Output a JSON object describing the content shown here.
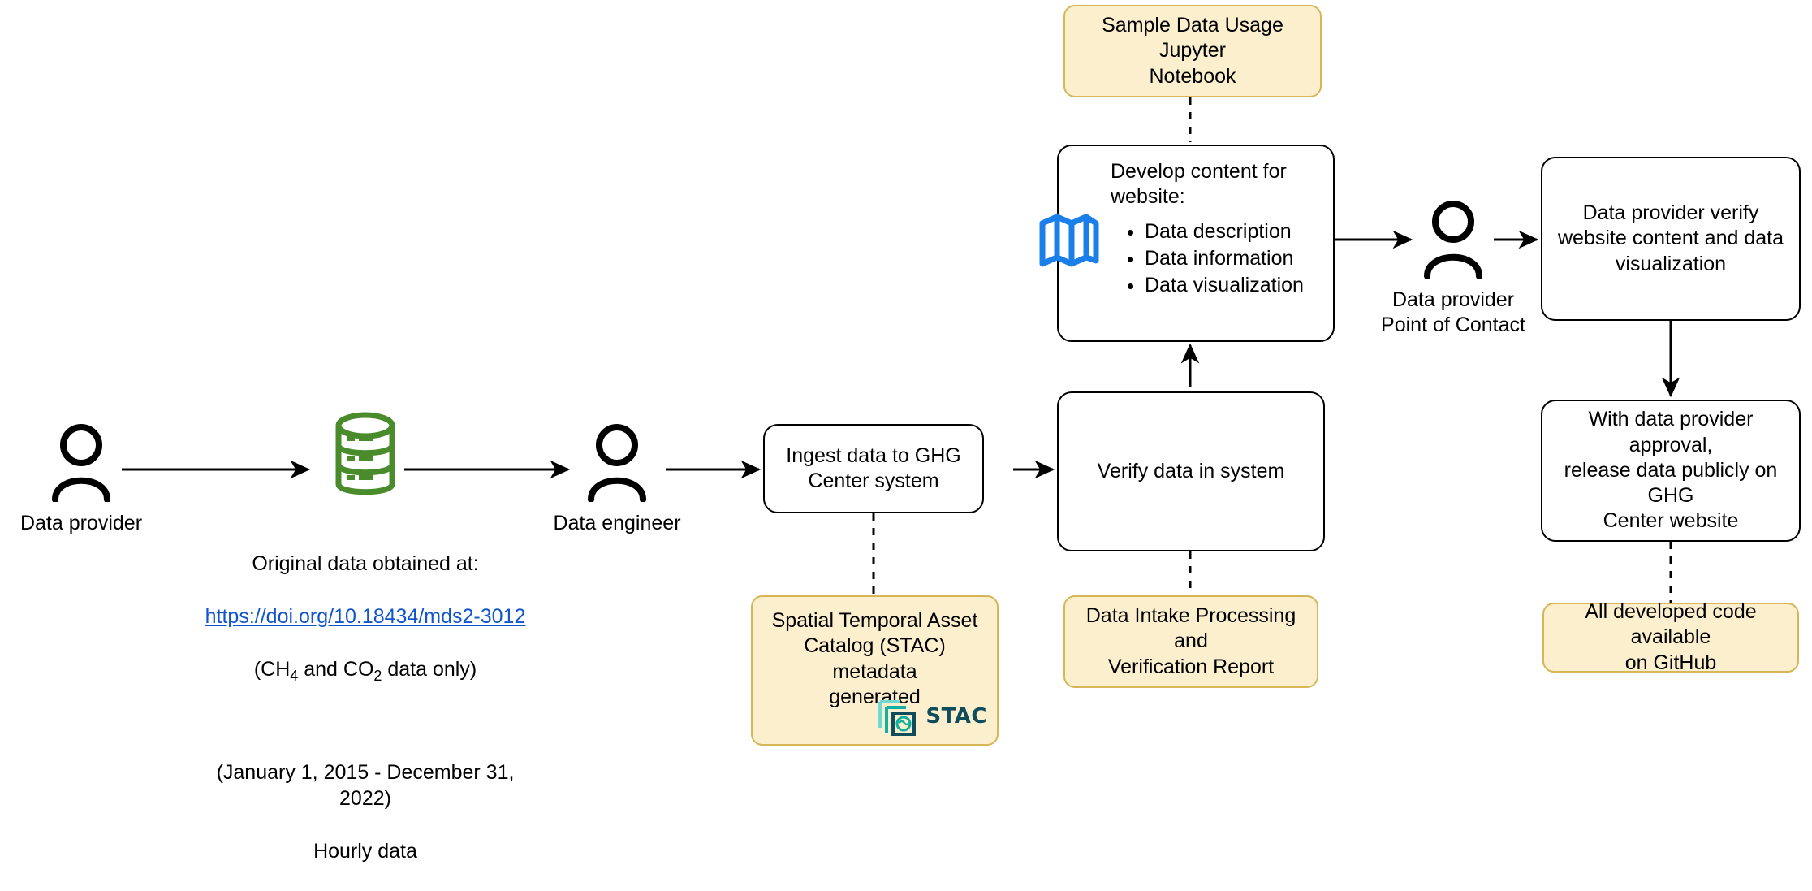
{
  "diagram": {
    "title": "GHG Center data intake and publication workflow",
    "colors": {
      "note_fill": "#fcefcd",
      "note_border": "#d6b656",
      "process_border": "#000000",
      "database_green": "#4a8b2c",
      "map_blue": "#1a7fe8",
      "link_blue": "#1155cc",
      "stac_teal": "#12b0a0",
      "stac_navy": "#0f4c5c"
    }
  },
  "actors": {
    "data_provider": {
      "icon": "person-icon",
      "caption": "Data provider"
    },
    "data_engineer": {
      "icon": "person-icon",
      "caption": "Data engineer"
    },
    "data_provider_poc": {
      "icon": "person-icon",
      "caption": "Data provider\nPoint of Contact"
    }
  },
  "database": {
    "icon": "database-icon",
    "caption_line1": "Original data obtained at:",
    "link_text": "https://doi.org/10.18434/mds2-3012",
    "caption_line3_prefix": "(CH",
    "caption_line3_sub1": "4",
    "caption_line3_mid": " and CO",
    "caption_line3_sub2": "2",
    "caption_line3_suffix": " data only)",
    "caption_line4": "(January 1, 2015 - December 31,\n2022)",
    "caption_line5": "Hourly data"
  },
  "nodes": {
    "ingest": {
      "label": "Ingest data to GHG\nCenter system",
      "type": "process"
    },
    "verify": {
      "label": "Verify data in system",
      "type": "process"
    },
    "develop": {
      "title": "Develop content for website:",
      "bullets": [
        "Data description",
        "Data information",
        "Data visualization"
      ],
      "icon": "map-icon",
      "type": "process"
    },
    "provider_verify": {
      "label": "Data provider verify\nwebsite content and data\nvisualization",
      "type": "process"
    },
    "release": {
      "label": "With data provider approval,\nrelease data publicly on GHG\nCenter website",
      "type": "process"
    }
  },
  "notes": {
    "jupyter": {
      "label": "Sample Data Usage Jupyter\nNotebook"
    },
    "stac": {
      "label": "Spatial Temporal Asset\nCatalog (STAC) metadata\ngenerated",
      "badge_text": "STAC",
      "badge_icon": "stac-logo-icon"
    },
    "intake_report": {
      "label": "Data Intake Processing and\nVerification Report"
    },
    "github": {
      "label": "All developed code available\non GitHub"
    }
  },
  "edges": [
    {
      "from": "data-provider",
      "to": "database",
      "style": "solid-arrow"
    },
    {
      "from": "database",
      "to": "data-engineer",
      "style": "solid-arrow"
    },
    {
      "from": "data-engineer",
      "to": "ingest",
      "style": "solid-arrow"
    },
    {
      "from": "ingest",
      "to": "verify",
      "style": "solid-arrow"
    },
    {
      "from": "verify",
      "to": "develop",
      "style": "solid-arrow"
    },
    {
      "from": "develop",
      "to": "data-provider-poc",
      "style": "solid-arrow"
    },
    {
      "from": "data-provider-poc",
      "to": "provider-verify",
      "style": "solid-arrow"
    },
    {
      "from": "provider-verify",
      "to": "release",
      "style": "solid-arrow"
    },
    {
      "from": "jupyter",
      "to": "develop",
      "style": "dashed"
    },
    {
      "from": "ingest",
      "to": "stac",
      "style": "dashed"
    },
    {
      "from": "verify",
      "to": "intake-report",
      "style": "dashed"
    },
    {
      "from": "release",
      "to": "github",
      "style": "dashed"
    }
  ]
}
